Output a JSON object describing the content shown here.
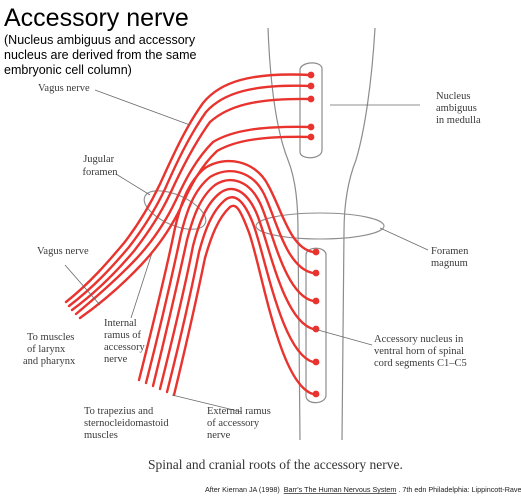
{
  "title": "Accessory nerve",
  "subtitle": [
    "(Nucleus ambiguus and accessory",
    "nucleus are derived from the same",
    "embryonic cell column)"
  ],
  "labels": {
    "vagus_top": "Vagus nerve",
    "jugular": [
      "Jugular",
      "foramen"
    ],
    "vagus_mid": "Vagus nerve",
    "larynx": [
      "To muscles",
      "of larynx",
      "and pharynx"
    ],
    "internal": [
      "Internal",
      "ramus of",
      "accessory",
      "nerve"
    ],
    "trapezius": [
      "To trapezius and",
      "sternocleidomastoid",
      "muscles"
    ],
    "external": [
      "External ramus",
      "of accessory",
      "nerve"
    ],
    "ambiguus": [
      "Nucleus",
      "ambiguus",
      "in medulla"
    ],
    "magnum": [
      "Foramen",
      "magnum"
    ],
    "accessory_nucleus": [
      "Accessory nucleus in",
      "ventral horn of spinal",
      "cord segments C1–C5"
    ]
  },
  "caption": "Spinal and cranial roots of the accessory nerve.",
  "credit": {
    "prefix": "After Kiernan JA (1998)",
    "book": "Barr's The Human Nervous System",
    "suffix": ". 7th edn Philadelphia: Lippincott-Raven."
  },
  "colors": {
    "nerve": "#e8332e",
    "outline": "#8c8c8c"
  }
}
